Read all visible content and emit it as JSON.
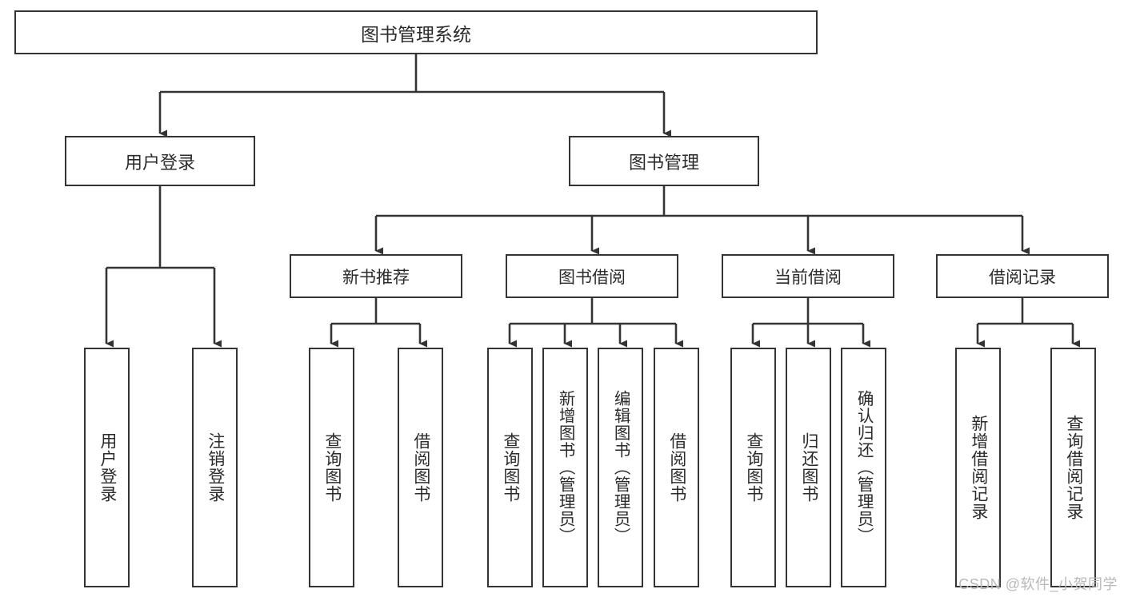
{
  "diagram": {
    "title": "图书管理系统",
    "type": "tree",
    "root": {
      "label": "图书管理系统"
    },
    "level2": [
      {
        "label": "用户登录"
      },
      {
        "label": "图书管理"
      }
    ],
    "level3": [
      {
        "label": "新书推荐",
        "parent": "图书管理"
      },
      {
        "label": "图书借阅",
        "parent": "图书管理"
      },
      {
        "label": "当前借阅",
        "parent": "图书管理"
      },
      {
        "label": "借阅记录",
        "parent": "图书管理"
      }
    ],
    "leaves": {
      "user_login": [
        {
          "label": "用户登录"
        },
        {
          "label": "注销登录"
        }
      ],
      "new_book_recommend": [
        {
          "label": "查询图书"
        },
        {
          "label": "借阅图书"
        }
      ],
      "book_borrow": [
        {
          "label": "查询图书"
        },
        {
          "label": "新增图书（管理员）"
        },
        {
          "label": "编辑图书（管理员）"
        },
        {
          "label": "借阅图书"
        }
      ],
      "current_borrow": [
        {
          "label": "查询图书"
        },
        {
          "label": "归还图书"
        },
        {
          "label": "确认归还（管理员）"
        }
      ],
      "borrow_record": [
        {
          "label": "新增借阅记录"
        },
        {
          "label": "查询借阅记录"
        }
      ]
    }
  },
  "watermark": {
    "text": "CSDN @软件_小贺同学"
  },
  "colors": {
    "stroke": "#343434",
    "text": "#2b2b2b",
    "background": "#ffffff",
    "watermark": "#b9b9b9"
  }
}
